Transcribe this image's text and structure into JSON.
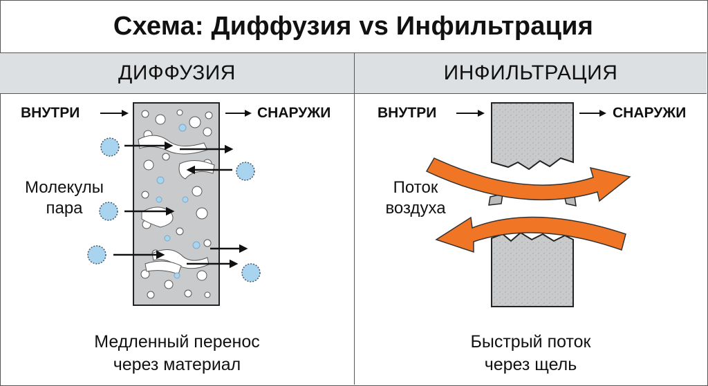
{
  "title": "Схема: Диффузия vs Инфильтрация",
  "diffusion": {
    "header": "ДИФФУЗИЯ",
    "inside_label": "ВНУТРИ",
    "outside_label": "СНАРУЖИ",
    "molecules_label_line1": "Молекулы",
    "molecules_label_line2": "пара",
    "caption_line1": "Медленный перенос",
    "caption_line2": "через материал"
  },
  "infiltration": {
    "header": "ИНФИЛЬТРАЦИЯ",
    "inside_label": "ВНУТРИ",
    "outside_label": "СНАРУЖИ",
    "flow_label_line1": "Поток",
    "flow_label_line2": "воздуха",
    "caption_line1": "Быстрый поток",
    "caption_line2": "через щель"
  },
  "colors": {
    "header_bg": "#dde0e3",
    "wall": "#c9cacc",
    "molecule": "#a9d4ef",
    "air_arrow": "#f07626"
  }
}
